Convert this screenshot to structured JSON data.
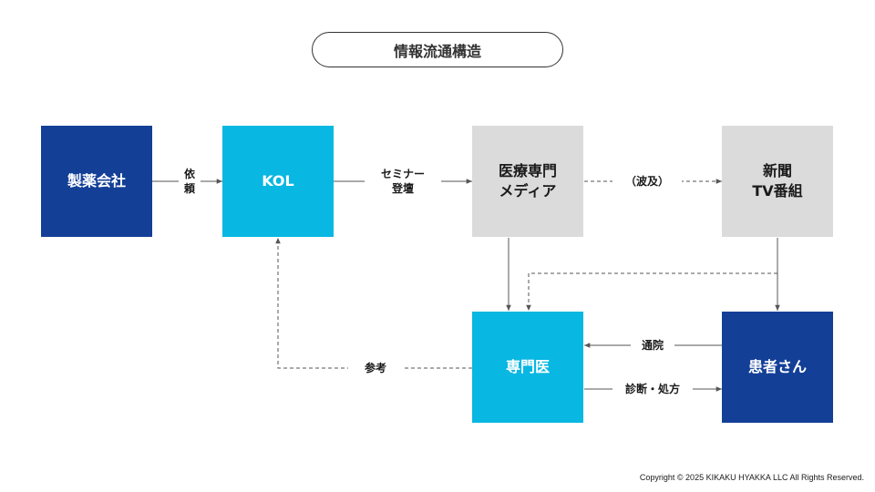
{
  "title": "情報流通構造",
  "nodes": {
    "pharma": "製薬会社",
    "kol": "KOL",
    "medical_media": "医療専門\nメディア",
    "news_tv": "新聞\nTV番組",
    "specialist": "専門医",
    "patient": "患者さん"
  },
  "edge_labels": {
    "request": "依\n頼",
    "seminar": "セミナー\n登壇",
    "spread": "（波及）",
    "reference": "参考",
    "visit": "通院",
    "diagnosis": "診断・処方"
  },
  "colors": {
    "dark_blue": "#133f97",
    "cyan": "#08b7e2",
    "gray": "#dbdbdb",
    "line": "#555555"
  },
  "footer": {
    "copyright": "Copyright © 2025 KIKAKU HYAKKA LLC All Rights Reserved."
  }
}
